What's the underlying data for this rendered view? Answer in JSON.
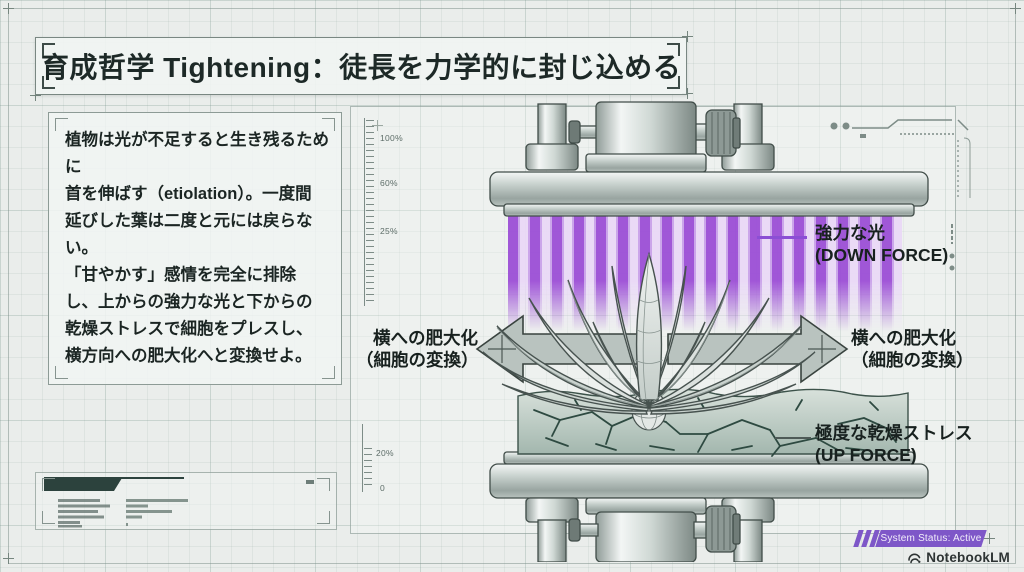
{
  "title": "育成哲学 Tightening：徒長を力学的に封じ込める",
  "description": {
    "text": "植物は光が不足すると生き残るために\n首を伸ばす（etiolation）。一度間\n延びした葉は二度と元には戻らない。\n「甘やかす」感情を完全に排除\nし、上からの強力な光と下からの\n乾燥ストレスで細胞をプレスし、\n横方向への肥大化へと変換せよ。"
  },
  "diagram": {
    "ruler": {
      "upper": [
        "100%",
        "60%",
        "25%"
      ],
      "lower": [
        "20%",
        "0"
      ]
    },
    "labels": {
      "down_force": {
        "title": "強力な光",
        "subtitle": "(DOWN FORCE)"
      },
      "lateral_left": {
        "title": "横への肥大化",
        "subtitle": "（細胞の変換）"
      },
      "lateral_right": {
        "title": "横への肥大化",
        "subtitle": "（細胞の変換）"
      },
      "up_force": {
        "title": "極度な乾燥ストレス",
        "subtitle": "(UP FORCE)"
      }
    }
  },
  "footer": {
    "status_badge": "System Status: Active",
    "brand": "NotebookLM"
  },
  "colors": {
    "accent_purple": "#9a4ad6",
    "badge_purple": "#7e57c8",
    "ink": "#1f2b29",
    "metal_gray": "#c3cdc9",
    "soil_green": "#a3b7ae"
  }
}
